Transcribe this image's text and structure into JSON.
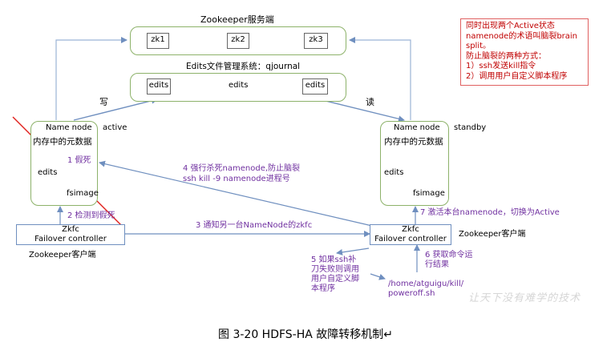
{
  "zookeeper_cluster": {
    "title": "Zookeeper服务端",
    "nodes": [
      "zk1",
      "zk2",
      "zk3"
    ]
  },
  "edits_cluster": {
    "title": "Edits文件管理系统：qjournal",
    "nodes": [
      "edits",
      "edits",
      "edits"
    ]
  },
  "write_label": "写",
  "read_label": "读",
  "active_namenode": {
    "title": "Name node",
    "state": "active",
    "metadata": "内存中的元数据",
    "edits": "edits",
    "fsimage": "fsimage"
  },
  "standby_namenode": {
    "title": "Name node",
    "state": "standby",
    "metadata": "内存中的元数据",
    "edits": "edits",
    "fsimage": "fsimage"
  },
  "zkfc_left": {
    "line1": "Zkfc",
    "line2": "Failover controller",
    "caption": "Zookeeper客户端"
  },
  "zkfc_right": {
    "line1": "Zkfc",
    "line2": "Failover controller",
    "caption": "Zookeeper客户端"
  },
  "steps": {
    "s1": "1 假死",
    "s2": "2 检测到假死",
    "s3": "3 通知另一台NameNode的zkfc",
    "s4_line1": "4 强行杀死namenode,防止脑裂",
    "s4_line2": "ssh kill -9 namenode进程号",
    "s5_lines": [
      "5 如果ssh补",
      "刀失败则调用",
      "用户自定义脚",
      "本程序"
    ],
    "s6_lines": [
      "6 获取命令运",
      "行结果"
    ],
    "s7": "7 激活本台namenode，切换为Active"
  },
  "script_path": [
    "/home/atguigu/kill/",
    "poweroff.sh"
  ],
  "note": {
    "lines": [
      "同时出现两个Active状态",
      "namenode的术语叫脑裂brain",
      "split。",
      "防止脑裂的两种方式：",
      "1）ssh发送kill指令",
      "2）调用用户自定义脚本程序"
    ]
  },
  "watermark": "让天下没有难学的技术",
  "caption": "图 3-20 HDFS-HA 故障转移机制↵",
  "colors": {
    "box_border": "#8db26a",
    "arrow": "#6f8fbf",
    "purple_text": "#7030a0",
    "red": "#e0201c"
  }
}
